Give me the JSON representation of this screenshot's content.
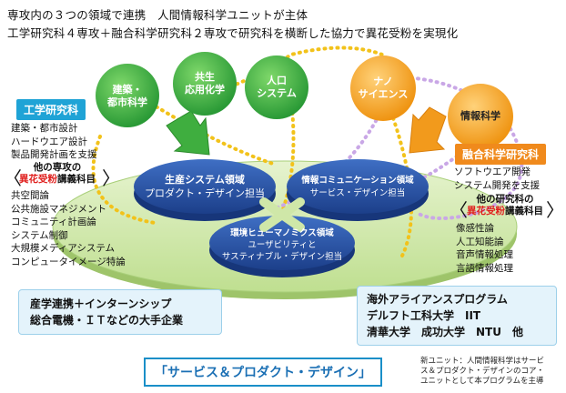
{
  "header": {
    "line1": "専攻内の３つの領域で連携　人間情報科学ユニットが主体",
    "line2": "工学研究科４専攻＋融合科学研究科２専攻で研究科を横断した協力で異花受粉を実現化"
  },
  "circles": {
    "architecture": [
      "建築・",
      "都市科学"
    ],
    "chemistry": [
      "共生",
      "応用化学"
    ],
    "human_system": [
      "人口",
      "システム"
    ],
    "nano": [
      "ナノ",
      "サイエンス"
    ],
    "info": [
      "情報科学"
    ]
  },
  "engineering": {
    "title": "工学研究科",
    "items": [
      "建築・都市設計",
      "ハードウエア設計",
      "製品開発計画を支援"
    ],
    "bracket": {
      "pre": "他の専攻の",
      "red": "異花受粉",
      "post": "講義科目"
    },
    "courses": [
      "共空間論",
      "公共施設マネジメント",
      "コミュニティ計画論",
      "システム制御",
      "大規模メディアシステム",
      "コンピュータイメージ特論"
    ]
  },
  "fusion": {
    "title": "融合科学研究科",
    "items": [
      "ソフトウエア開発",
      "システム開発を支援"
    ],
    "bracket": {
      "pre": "他の研究科の",
      "red": "異花受粉",
      "post": "講義科目"
    },
    "courses": [
      "像感性論",
      "人工知能論",
      "音声情報処理",
      "言語情報処理"
    ]
  },
  "domains": {
    "production": [
      "生産システム領域",
      "プロダクト・デザイン担当"
    ],
    "communication": [
      "情報コミュニケーション領域",
      "サービス・デザイン担当"
    ],
    "environment": [
      "環境ヒューマノミクス領域",
      "ユーザビリティと",
      "サスティナブル・デザイン担当"
    ]
  },
  "industry_box": [
    "産学連携＋インターンシップ",
    "総合電機・ＩＴなどの大手企業"
  ],
  "overseas_box": [
    "海外アライアンスプログラム",
    "デルフト工科大学　IIT",
    "清華大学　成功大学　NTU　他"
  ],
  "footer_title": "「サービス＆プロダクト・デザイン」",
  "footnote": [
    "新ユニット：人間情報科学はサービ",
    "ス＆プロダクト・デザインのコア・",
    "ユニットとして本プログラムを主導"
  ],
  "colors": {
    "green_circle": "#3bb34a",
    "orange_circle": "#f5a21a",
    "blue_disc": "#1e4a9a",
    "platform": "#cfe7a8",
    "green_arrow": "#3fae3f",
    "orange_arrow": "#f29a1c",
    "title_blue": "#1fa3d6",
    "title_orange": "#f08a1c",
    "accent_red": "#e0201e"
  }
}
